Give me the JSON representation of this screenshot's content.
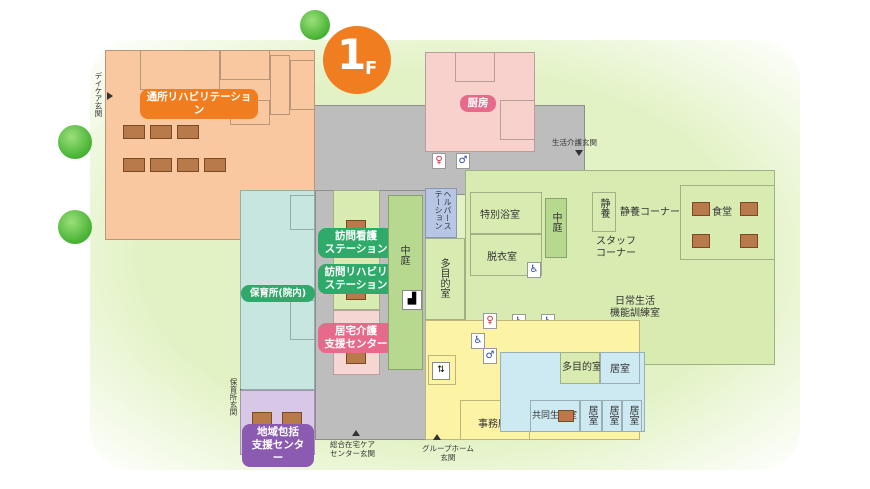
{
  "floor": {
    "number": "1",
    "unit": "F"
  },
  "colors": {
    "floor_badge": "#f07e20",
    "rehab_day": "#f9c8a0",
    "kitchen": "#f8d0cc",
    "nursery": "#c8e6e0",
    "corridor": "#bdbdbd",
    "green_area": "#d8ecb2",
    "helper_station": "#b8c6e6",
    "courtyard": "#b6d88f",
    "visit_stack": "#f6d6d3",
    "group_home": "#fdf3a5",
    "shared_living": "#cdeaf2",
    "community": "#d8c7e6",
    "label_orange": "#f07e20",
    "label_pink": "#e86a8a",
    "label_green": "#2faa6a",
    "label_purple": "#8a5bb0"
  },
  "labels": {
    "rehab_day": "通所リハビリテーション",
    "kitchen": "厨房",
    "nursery": "保育所(院内)",
    "visit_nursing_1": "訪問看護",
    "visit_nursing_2": "ステーション",
    "visit_rehab_1": "訪問リハビリ",
    "visit_rehab_2": "ステーション",
    "care_support_1": "居宅介護",
    "care_support_2": "支援センター",
    "community_1": "地域包括",
    "community_2": "支援センター",
    "helper_station": "ヘルパーステーション",
    "courtyard_left": "中庭",
    "courtyard_right": "中庭",
    "tokubetsu_bath": "特別浴室",
    "datsui": "脱衣室",
    "multi_purpose_1": "多目的室",
    "multi_purpose_2": "多目的室",
    "seiyo": "静養",
    "seiyo_corner": "静養コーナー",
    "shokudo": "食堂",
    "staff_corner_1": "スタッフ",
    "staff_corner_2": "コーナー",
    "daily_training_1": "日常生活",
    "daily_training_2": "機能訓練室",
    "kyoshitsu": "居室",
    "jimusho": "事務所",
    "kyodo_seikatsu": "共同生活室",
    "kyoshitsu_a": "居室",
    "kyoshitsu_b": "居室",
    "kyoshitsu_c": "居室"
  },
  "entrances": {
    "day_care": "デイケア玄関",
    "life_care": "生活介護玄関",
    "nursery": "保育所玄関",
    "home_care_1": "総合在宅ケア",
    "home_care_2": "センター玄関",
    "group_home_1": "グループホーム",
    "group_home_2": "玄関"
  },
  "icons": {
    "restroom_female": "female-restroom-icon",
    "restroom_male": "male-restroom-icon",
    "wheelchair": "wheelchair-icon",
    "stairs": "stairs-icon",
    "elevator": "elevator-icon",
    "tree": "tree-icon",
    "table": "dining-table-icon"
  }
}
